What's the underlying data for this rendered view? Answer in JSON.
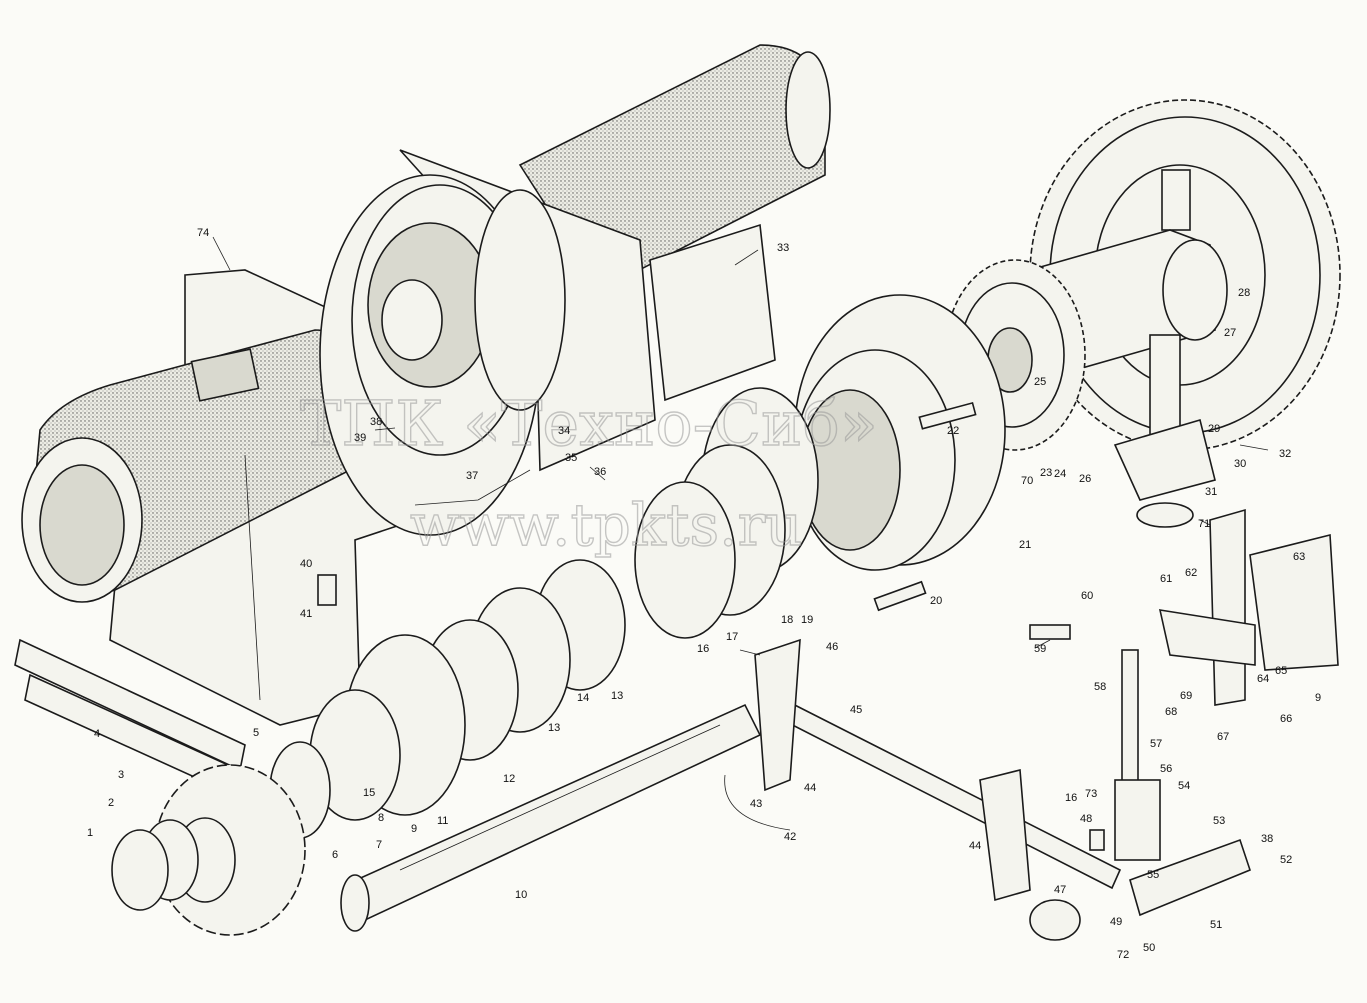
{
  "watermark": {
    "line1": "ТПК «Техно-Сиб»",
    "line2": "www.tpkts.ru"
  },
  "labels": {
    "1": "1",
    "2": "2",
    "3": "3",
    "4": "4",
    "5": "5",
    "6": "6",
    "7": "7",
    "8": "8",
    "9": "9",
    "9b": "9",
    "10": "10",
    "11": "11",
    "12": "12",
    "13": "13",
    "13b": "13",
    "14": "14",
    "15": "15",
    "16": "16",
    "16b": "16",
    "17": "17",
    "18": "18",
    "19": "19",
    "20": "20",
    "21": "21",
    "22": "22",
    "23": "23",
    "24": "24",
    "25": "25",
    "26": "26",
    "27": "27",
    "28": "28",
    "29": "29",
    "30": "30",
    "31": "31",
    "32": "32",
    "33": "33",
    "34": "34",
    "35": "35",
    "36": "36",
    "37": "37",
    "38": "38",
    "38b": "38",
    "39": "39",
    "40": "40",
    "41": "41",
    "42": "42",
    "43": "43",
    "44": "44",
    "44b": "44",
    "45": "45",
    "46": "46",
    "47": "47",
    "48": "48",
    "49": "49",
    "50": "50",
    "51": "51",
    "52": "52",
    "53": "53",
    "54": "54",
    "55": "55",
    "56": "56",
    "57": "57",
    "58": "58",
    "59": "59",
    "60": "60",
    "61": "61",
    "62": "62",
    "63": "63",
    "64": "64",
    "65": "65",
    "66": "66",
    "67": "67",
    "68": "68",
    "69": "69",
    "70": "70",
    "71": "71",
    "72": "72",
    "73": "73",
    "74": "74"
  }
}
